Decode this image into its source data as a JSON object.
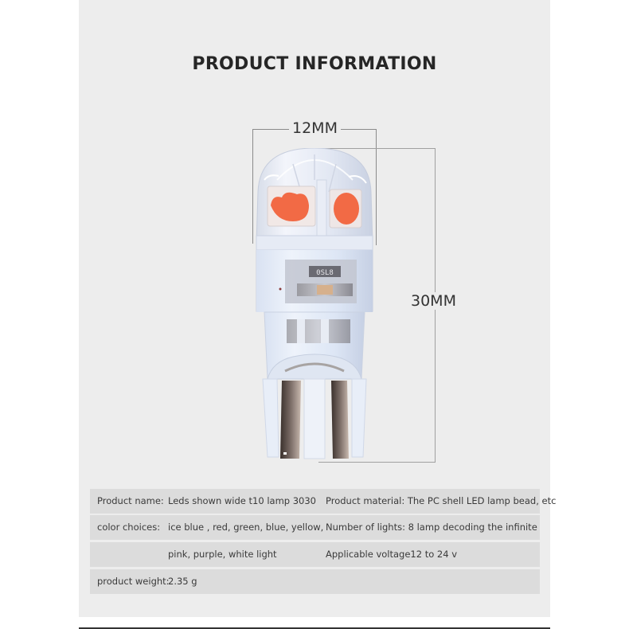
{
  "header": {
    "title": "PRODUCT INFORMATION"
  },
  "dimensions": {
    "width_label": "12MM",
    "height_label": "30MM"
  },
  "product_image": {
    "description": "T10 LED wedge bulb with clear PC shell and orange-red LED chips",
    "led_color": "#f26a45",
    "shell_color": "#dfe6f4",
    "contact_color": "#5a4a44"
  },
  "specs": {
    "rows": [
      {
        "label": "Product name:",
        "value": "Leds shown wide t10 lamp 3030",
        "right": "Product material: The PC shell LED lamp bead, etc"
      },
      {
        "label": "color choices:",
        "value": "ice blue , red, green, blue, yellow,",
        "right": "Number of lights:  8 lamp decoding the infinite"
      },
      {
        "label": "",
        "value": "pink, purple, white light",
        "right": "Applicable voltage12 to 24 v"
      },
      {
        "label": "product weight:",
        "value": "2.35 g",
        "right": ""
      }
    ]
  },
  "colors": {
    "panel_bg": "#ededed",
    "row_bg": "#dcdcdc",
    "title_text": "#262626",
    "body_text": "#3a3a3a",
    "dimension_line": "#8a8a8a"
  }
}
